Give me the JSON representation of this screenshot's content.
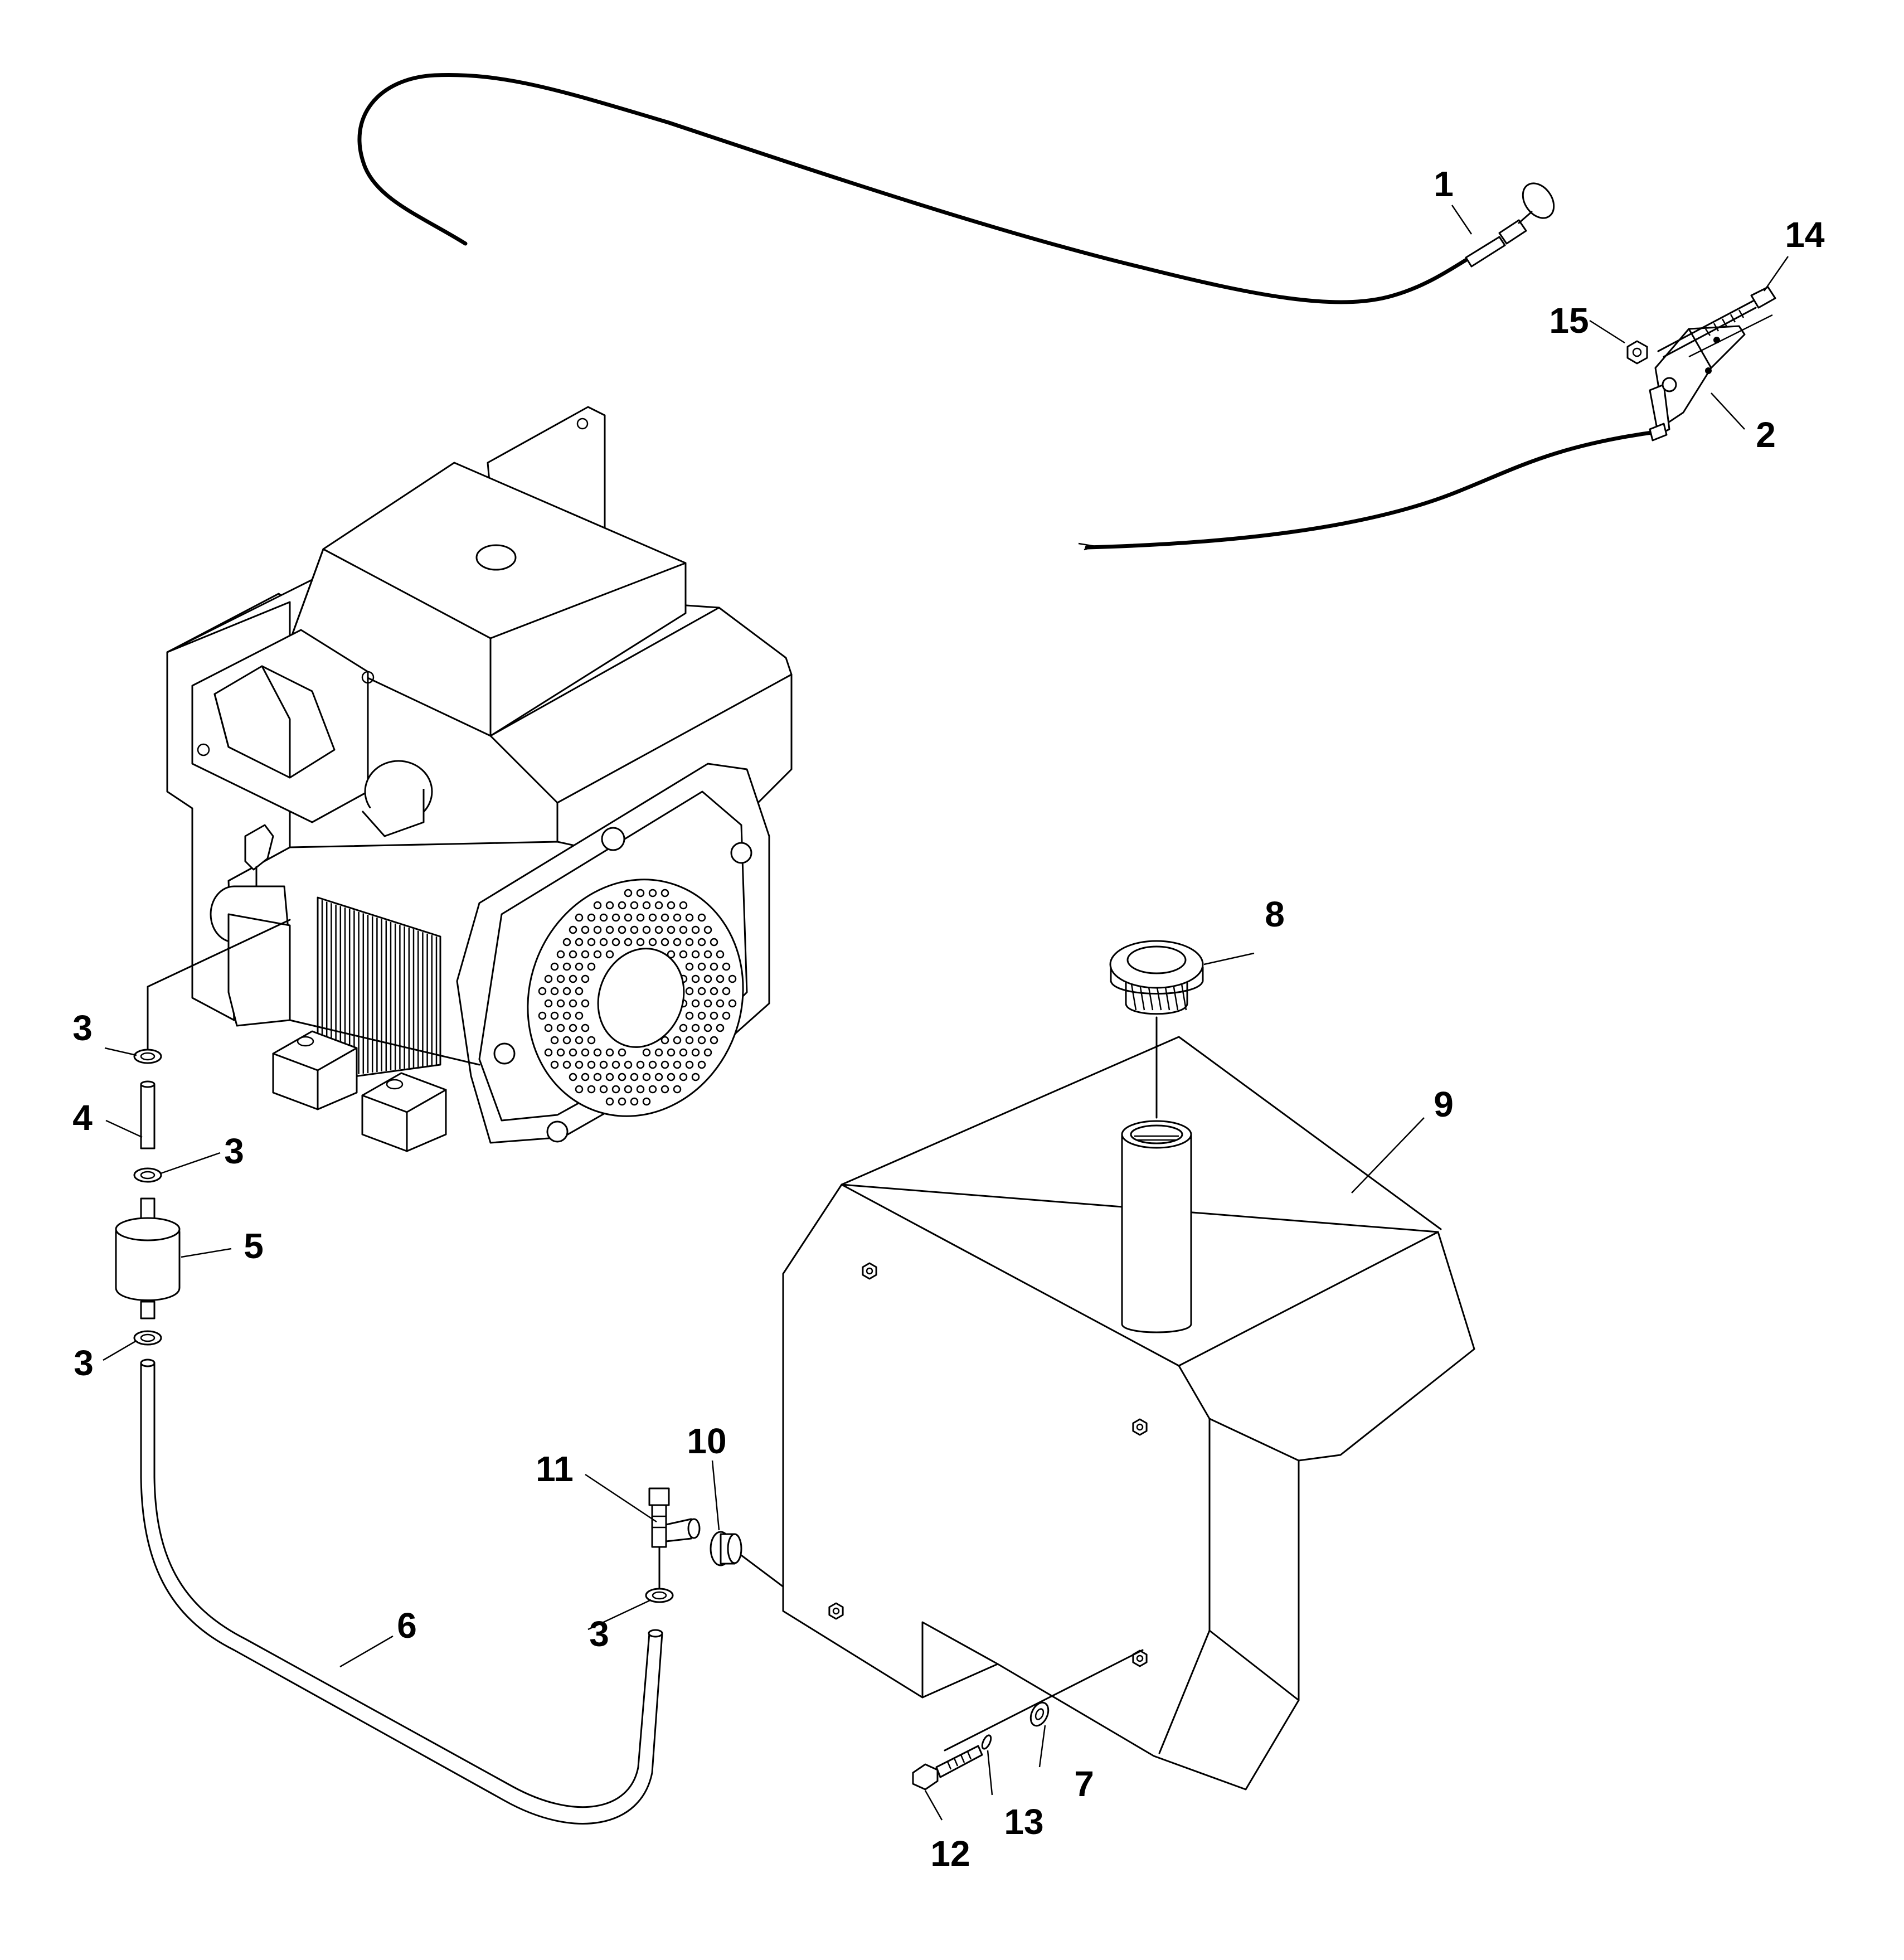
{
  "callouts": [
    {
      "id": "c1",
      "text": "1"
    },
    {
      "id": "c2",
      "text": "2"
    },
    {
      "id": "c3a",
      "text": "3"
    },
    {
      "id": "c3b",
      "text": "3"
    },
    {
      "id": "c3c",
      "text": "3"
    },
    {
      "id": "c3d",
      "text": "3"
    },
    {
      "id": "c4",
      "text": "4"
    },
    {
      "id": "c5",
      "text": "5"
    },
    {
      "id": "c6",
      "text": "6"
    },
    {
      "id": "c7",
      "text": "7"
    },
    {
      "id": "c8",
      "text": "8"
    },
    {
      "id": "c9",
      "text": "9"
    },
    {
      "id": "c10",
      "text": "10"
    },
    {
      "id": "c11",
      "text": "11"
    },
    {
      "id": "c12",
      "text": "12"
    },
    {
      "id": "c13",
      "text": "13"
    },
    {
      "id": "c14",
      "text": "14"
    },
    {
      "id": "c15",
      "text": "15"
    }
  ]
}
